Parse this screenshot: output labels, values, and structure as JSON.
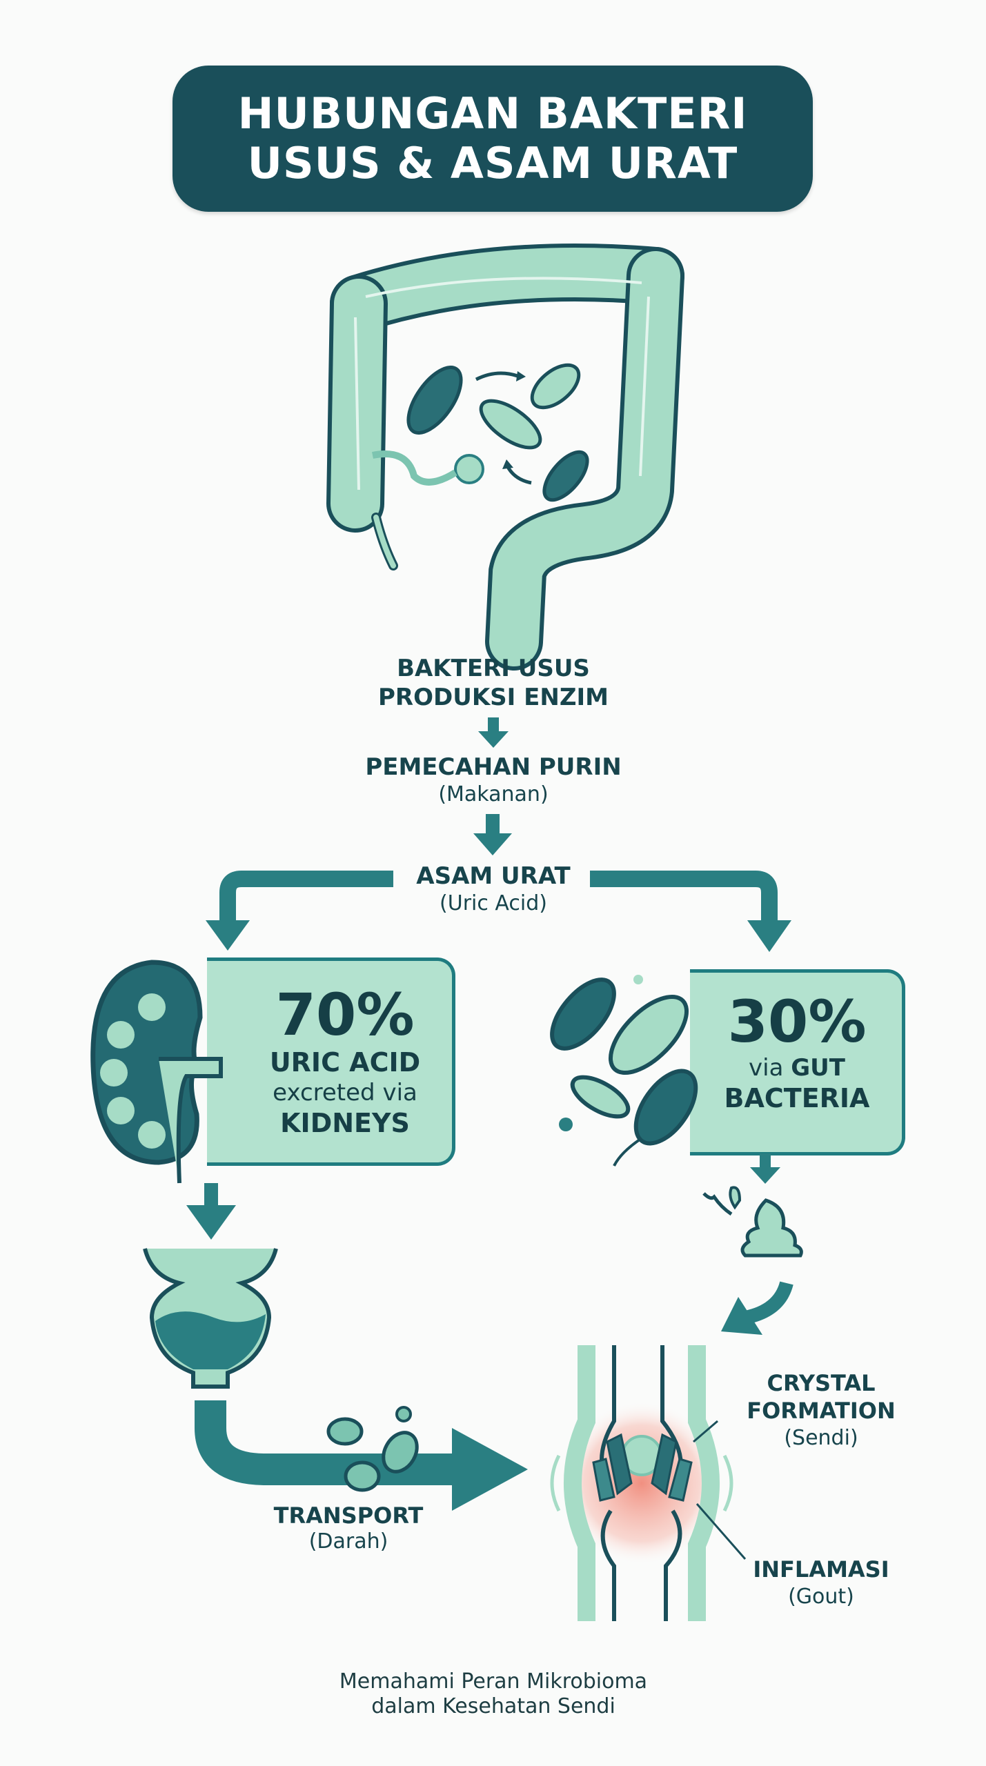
{
  "header": {
    "title_line1": "HUBUNGAN BAKTERI",
    "title_line2": "USUS & ASAM URAT"
  },
  "flow": {
    "step1": {
      "line1": "BAKTERI USUS",
      "line2": "PRODUKSI ENZIM"
    },
    "step2": {
      "title": "PEMECAHAN PURIN",
      "subtitle": "(Makanan)"
    },
    "step3": {
      "title": "ASAM URAT",
      "subtitle": "(Uric Acid)"
    }
  },
  "kidney_path": {
    "percent": "70%",
    "line1": "URIC ACID",
    "line2": "excreted via",
    "line3": "KIDNEYS"
  },
  "gut_path": {
    "percent": "30%",
    "line1_prefix": "via ",
    "line1_bold": "GUT",
    "line2": "BACTERIA"
  },
  "transport": {
    "title": "TRANSPORT",
    "subtitle": "(Darah)"
  },
  "joint": {
    "crystal_title_1": "CRYSTAL",
    "crystal_title_2": "FORMATION",
    "crystal_subtitle": "(Sendi)",
    "inflammation_title": "INFLAMASI",
    "inflammation_subtitle": "(Gout)"
  },
  "footer": {
    "line1": "Memahami Peran Mikrobioma",
    "line2": "dalam Kesehatan Sendi"
  },
  "colors": {
    "dark_teal": "#1a4f5a",
    "teal": "#2a7f82",
    "mint": "#b3e2cf",
    "inflammation_red": "#f08a7a"
  }
}
